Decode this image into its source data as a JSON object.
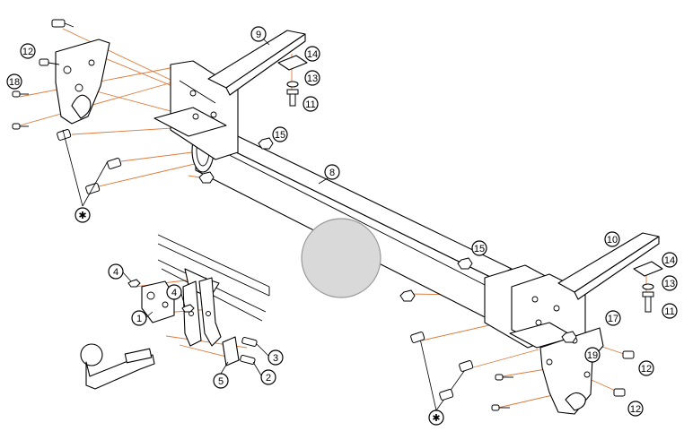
{
  "diagram": {
    "part_numbers": {
      "p1": "1",
      "p2": "2",
      "p3": "3",
      "p4a": "4",
      "p4b": "4",
      "p5": "5",
      "p8": "8",
      "p9": "9",
      "p10": "10",
      "p11a": "11",
      "p11b": "11",
      "p12a": "12",
      "p12b": "12",
      "p12c": "12",
      "p13a": "13",
      "p13b": "13",
      "p14a": "14",
      "p14b": "14",
      "p15a": "15",
      "p15b": "15",
      "p17": "17",
      "p18": "18",
      "p19": "19"
    },
    "asterisk_marks": {
      "left": "✱",
      "right": "✱"
    },
    "colors": {
      "assembly_lines": "#e07a3a",
      "outline": "#000000",
      "placeholder_disc": "#d9d9d9"
    }
  }
}
